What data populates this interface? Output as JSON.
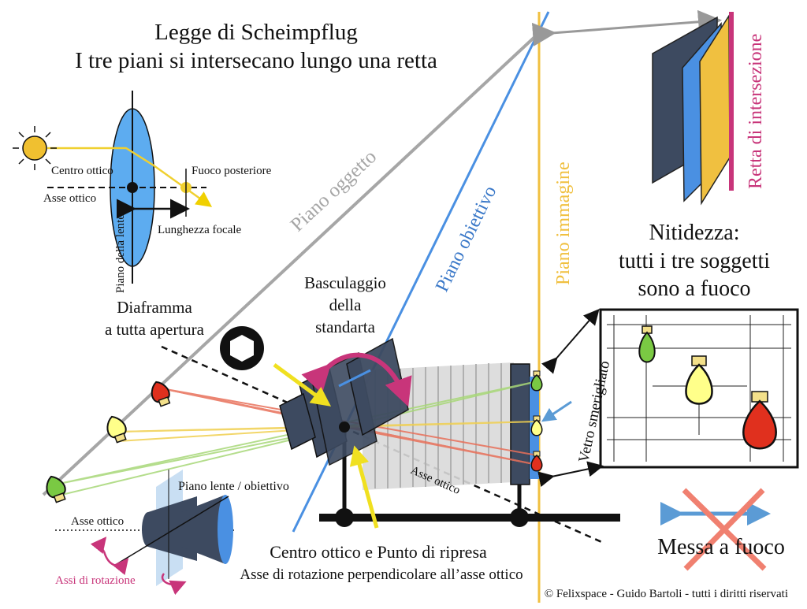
{
  "title": {
    "line1": "Legge di Scheimpflug",
    "line2": "I tre piani si intersecano lungo una retta"
  },
  "lens_inset": {
    "centro_ottico": "Centro ottico",
    "fuoco_posteriore": "Fuoco posteriore",
    "asse_ottico": "Asse ottico",
    "piano_della_lente": "Piano della lente",
    "lunghezza_focale": "Lunghezza focale"
  },
  "planes": {
    "oggetto": "Piano oggetto",
    "obiettivo": "Piano obiettivo",
    "immagine": "Piano immagine",
    "retta": "Retta di intersezione"
  },
  "sharpness": {
    "line1": "Nitidezza:",
    "line2": "tutti i tre soggetti",
    "line3": "sono a fuoco"
  },
  "camera": {
    "diaframma_1": "Diaframma",
    "diaframma_2": "a tutta apertura",
    "basculaggio_1": "Basculaggio",
    "basculaggio_2": "della",
    "basculaggio_3": "standarta",
    "asse_ottico": "Asse ottico",
    "vetro": "Vetro smerigliato"
  },
  "rotation_inset": {
    "piano_lente": "Piano lente / obiettivo",
    "asse_ottico": "Asse ottico",
    "assi_rotazione": "Assi di rotazione"
  },
  "bottom": {
    "line1": "Centro ottico e Punto di ripresa",
    "line2": "Asse di rotazione perpendicolare all’asse ottico"
  },
  "messa_a_fuoco": "Messa a fuoco",
  "copyright": "© Felixspace - Guido Bartoli - tutti i diritti riservati",
  "colors": {
    "piano_oggetto": "#a6a6a6",
    "piano_obiettivo": "#4a90e2",
    "piano_immagine": "#f0c040",
    "retta": "#c8357a",
    "bulb_green": "#7ac943",
    "bulb_yellow": "#ffff8a",
    "bulb_red": "#e0301e"
  }
}
